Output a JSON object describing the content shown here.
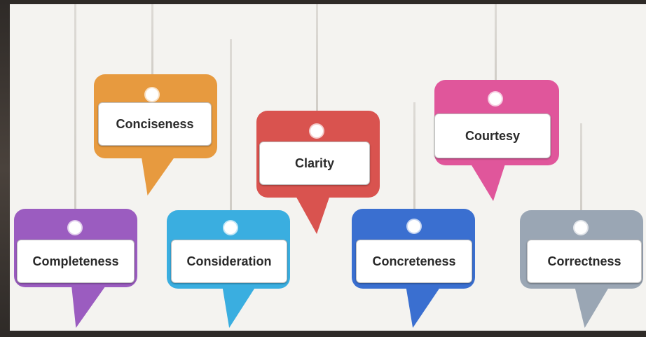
{
  "tags": [
    {
      "id": "conciseness",
      "label": "Conciseness",
      "color": "#e79a3f"
    },
    {
      "id": "clarity",
      "label": "Clarity",
      "color": "#d9534f"
    },
    {
      "id": "courtesy",
      "label": "Courtesy",
      "color": "#e0569b"
    },
    {
      "id": "completeness",
      "label": "Completeness",
      "color": "#9b5cc0"
    },
    {
      "id": "consideration",
      "label": "Consideration",
      "color": "#3aaee0"
    },
    {
      "id": "concreteness",
      "label": "Concreteness",
      "color": "#3a6fd0"
    },
    {
      "id": "correctness",
      "label": "Correctness",
      "color": "#9aa6b4"
    }
  ]
}
